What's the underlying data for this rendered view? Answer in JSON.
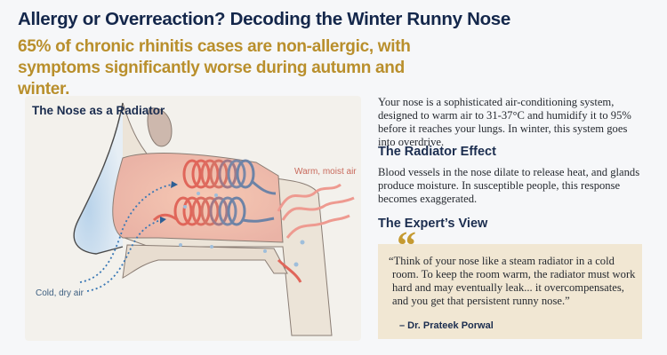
{
  "header": {
    "title": "Allergy or Overreaction? Decoding the Winter Runny Nose",
    "subtitle": "65% of chronic rhinitis cases are non-allergic, with symptoms significantly worse during autumn and winter."
  },
  "illustration": {
    "title": "The Nose as a Radiator",
    "label_in": "Cold, dry air",
    "label_out": "Warm, moist air",
    "colors": {
      "cold": "#3a78b5",
      "warm": "#e0665a",
      "coil_cool": "#6d83a6"
    }
  },
  "content": {
    "intro": "Your nose is a sophisticated air-conditioning system, designed to warm air to 31-37°C and humidify it to 95% before it reaches your lungs. In winter, this system goes into overdrive.",
    "section1_title": "The Radiator Effect",
    "section1_text": "Blood vessels in the nose dilate to release heat, and glands produce moisture. In susceptible people, this response becomes exaggerated.",
    "section2_title": "The Expert’s View",
    "quote_mark": "“",
    "quote": "“Think of your nose like a steam radiator in a cold room. To keep the room warm, the radiator must work hard and may eventually leak... it overcompensates, and you get that persistent runny nose.”",
    "quote_author": "– Dr. Prateek Porwal"
  },
  "colors": {
    "title": "#14274b",
    "accent": "#b98f2c",
    "quote_bg": "#f1e7d3"
  }
}
